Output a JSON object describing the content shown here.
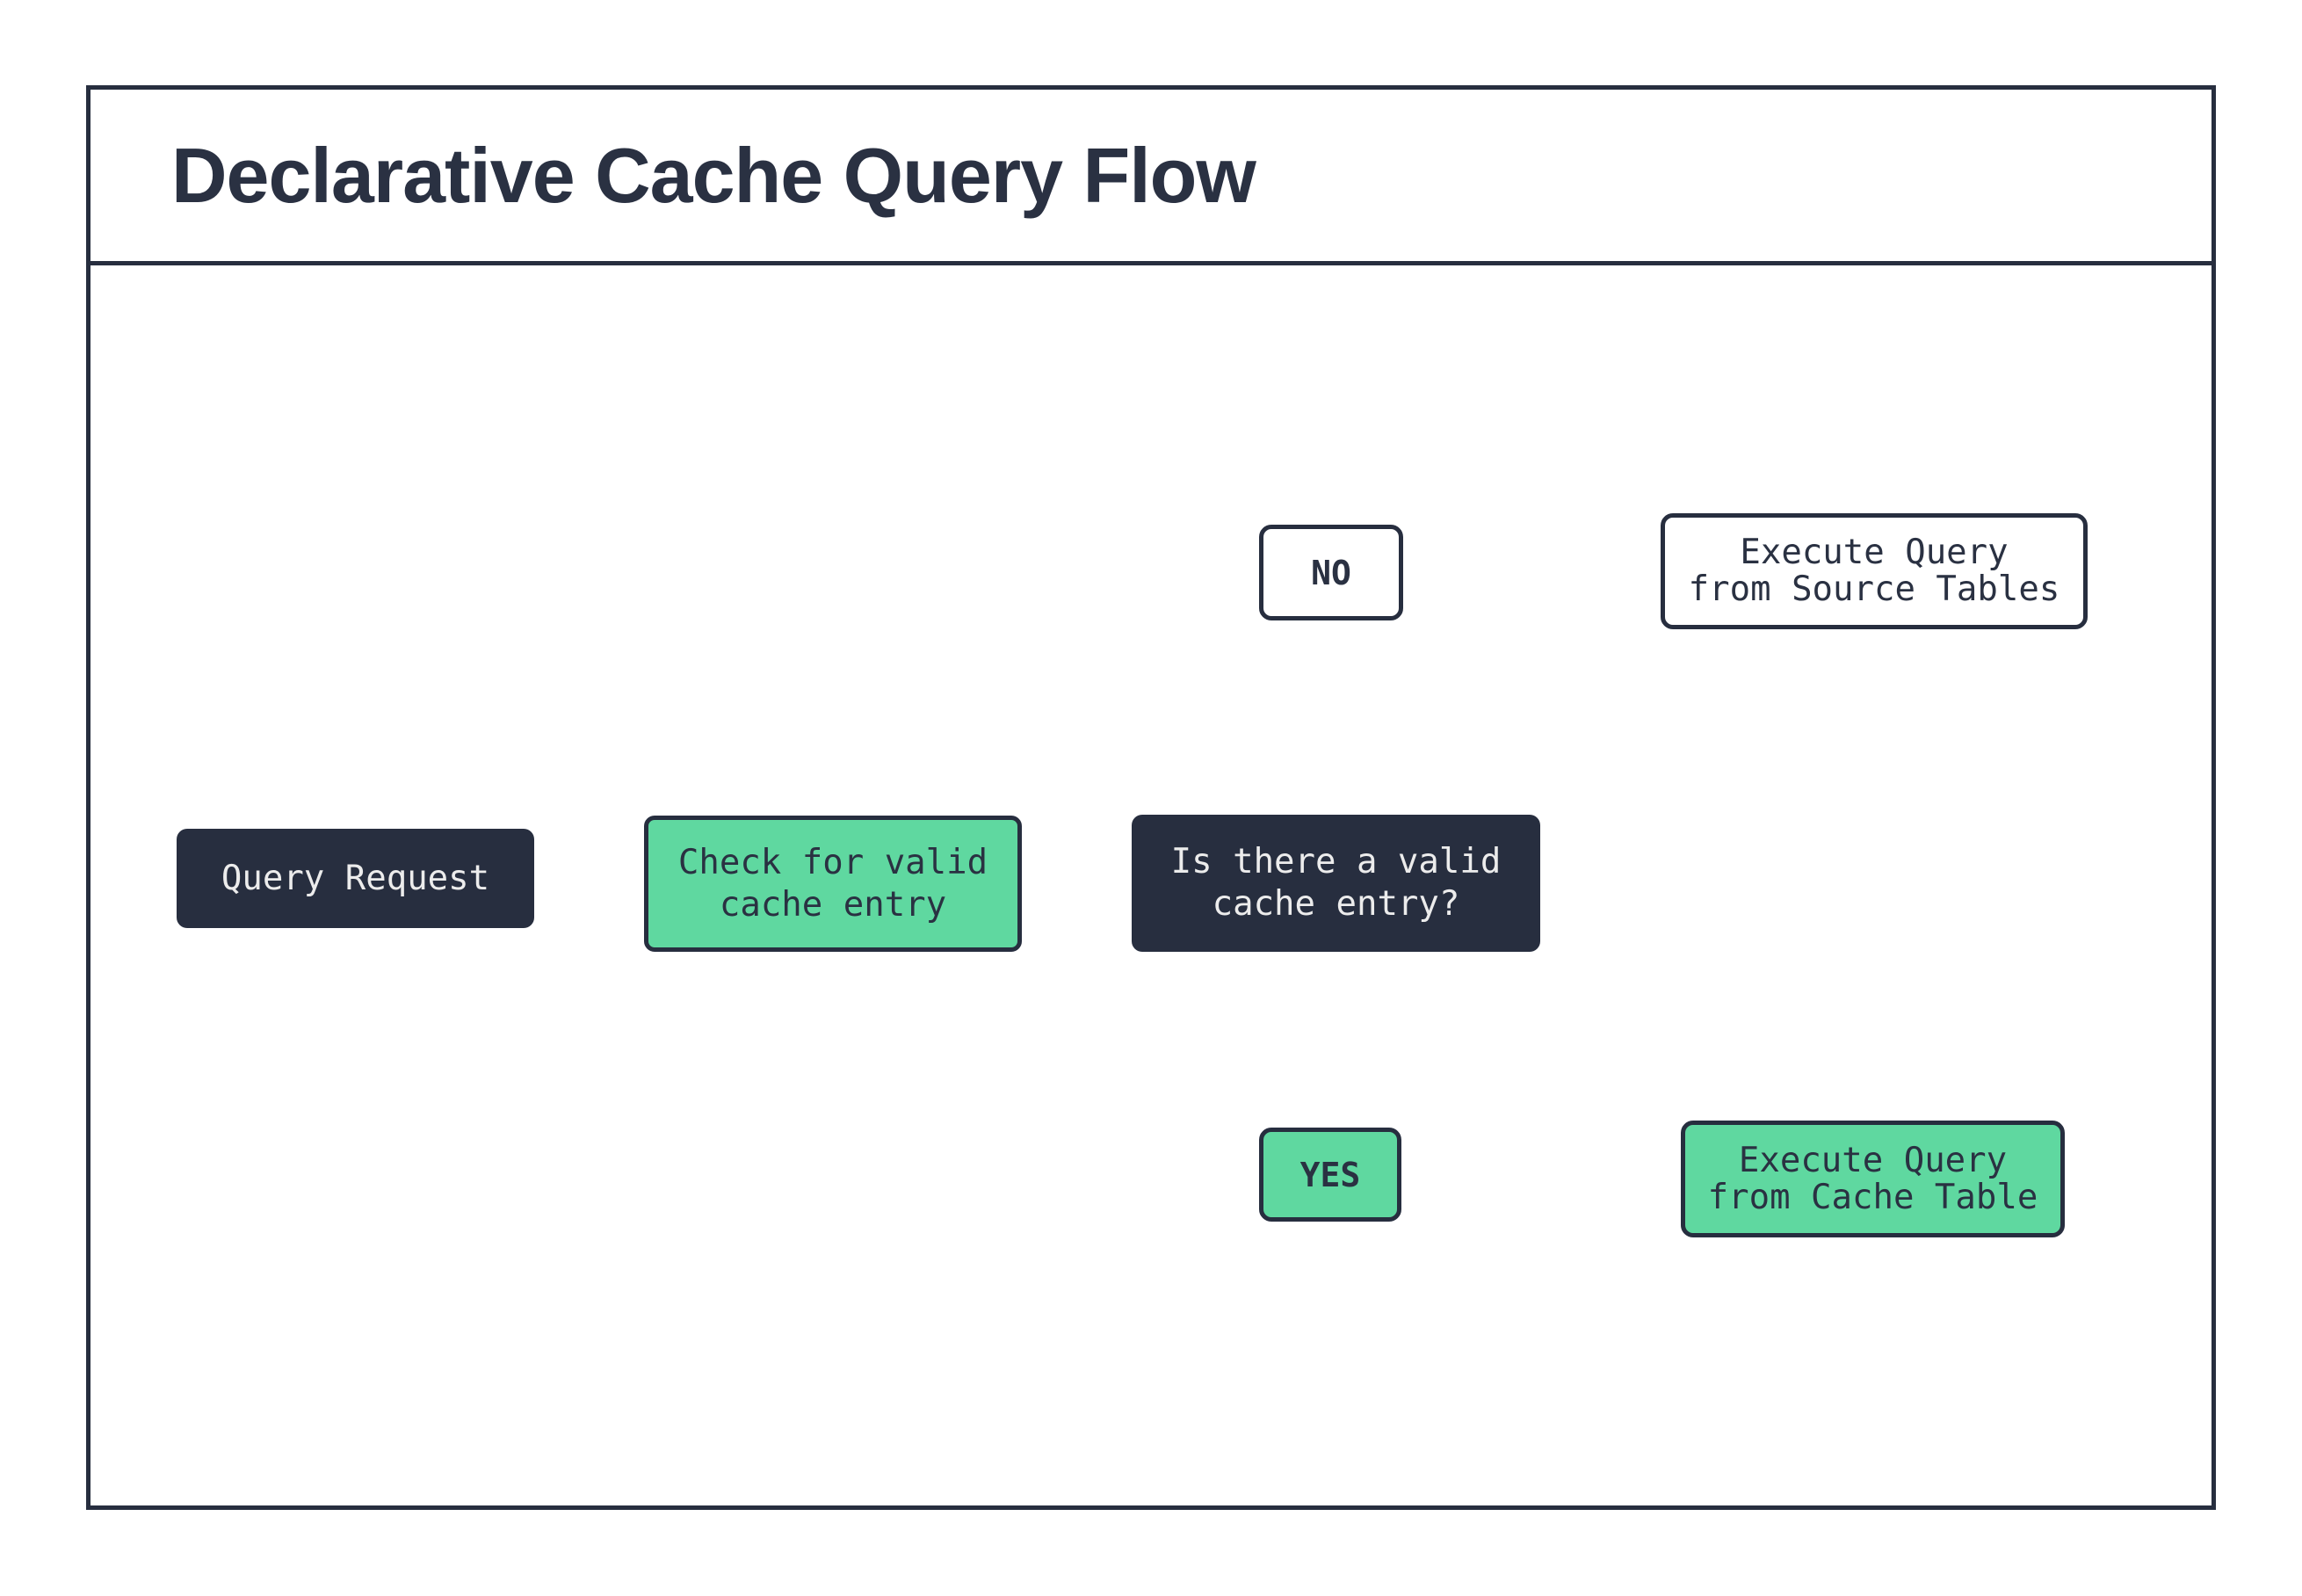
{
  "title": "Declarative Cache Query Flow",
  "colors": {
    "ink": "#272E3F",
    "dark_node_fill": "#272E3F",
    "green_accent": "#5FD8A0",
    "light_text": "#ECECEC",
    "background": "#FFFFFF"
  },
  "flow": {
    "start": {
      "label": "Query Request"
    },
    "check": {
      "line1": "Check for valid",
      "line2": "cache entry"
    },
    "decision": {
      "line1": "Is there a valid",
      "line2": "cache entry?"
    },
    "no_branch": {
      "label": "NO"
    },
    "yes_branch": {
      "label": "YES"
    },
    "source_db": {
      "line1": "Execute Query",
      "line2": "from Source Tables"
    },
    "cache_db": {
      "line1": "Execute Query",
      "line2": "from Cache Table"
    }
  }
}
